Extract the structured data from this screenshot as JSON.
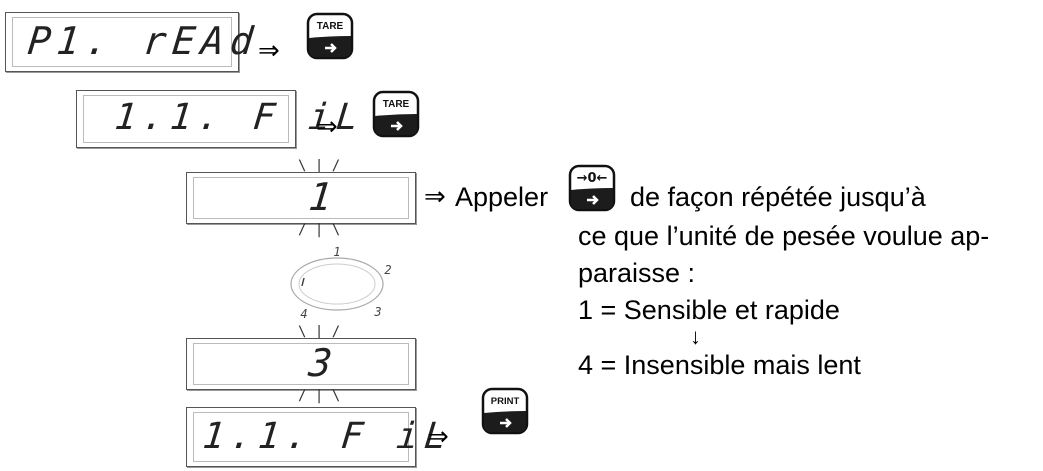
{
  "displays": {
    "d1": "P1. rEAd",
    "d2": "1.1. F iL",
    "d3": "1",
    "d4": "3",
    "d5": "1.1. F iL"
  },
  "cycle": {
    "n1": "1",
    "n2": "2",
    "n3": "3",
    "n4": "4"
  },
  "keys": {
    "tare": "TARE",
    "zero": "→0←",
    "print": "PRINT"
  },
  "arrow": "⇒",
  "instruction": {
    "prefix": "Appeler",
    "line1_rest": "de façon répétée jusqu’à",
    "line2": "ce que l’unité de pesée voulue ap-",
    "line3": "paraisse :",
    "option1": "1 = Sensible et rapide",
    "down_arrow": "↓",
    "option4": "4 = Insensible mais lent"
  }
}
